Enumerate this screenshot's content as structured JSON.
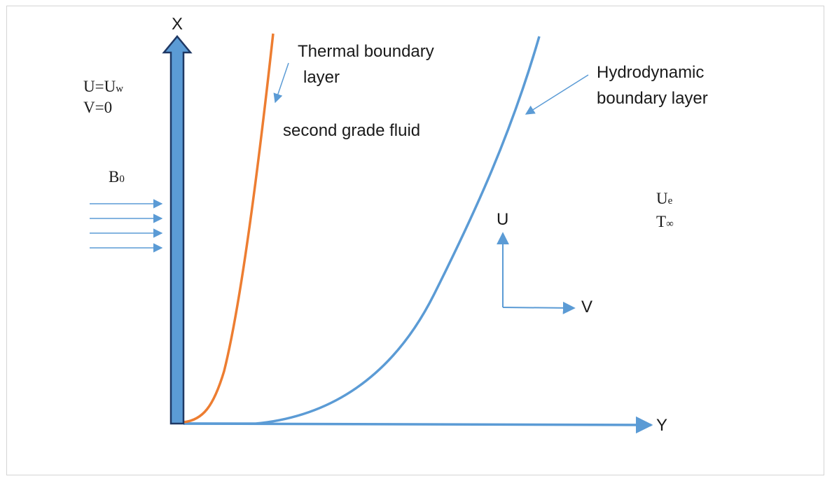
{
  "axes": {
    "x_label": "X",
    "y_label": "Y"
  },
  "velocity_axes": {
    "u_label": "U",
    "v_label": "V"
  },
  "wall_conditions": {
    "u_main": "U=U",
    "u_sub": "w",
    "v": "V=0"
  },
  "magnetic_field": {
    "main": "B",
    "sub": "0"
  },
  "free_stream": {
    "u_main": "U",
    "u_sub": "e",
    "t_main": "T",
    "t_sub": "∞"
  },
  "annotations": {
    "thermal_line1": "Thermal boundary",
    "thermal_line2": "layer",
    "fluid": "second grade fluid",
    "hydro_line1": "Hydrodynamic",
    "hydro_line2": "boundary layer"
  },
  "colors": {
    "wall_fill": "#5b9bd5",
    "wall_stroke": "#1f3864",
    "hydro_curve": "#5b9bd5",
    "thermal_curve": "#ed7d31",
    "arrow": "#5b9bd5"
  }
}
